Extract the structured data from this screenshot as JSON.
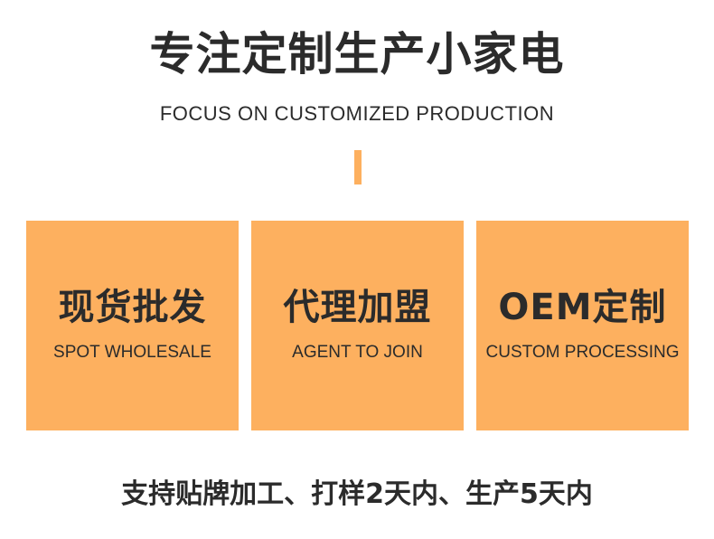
{
  "colors": {
    "accent": "#fdb05f",
    "text": "#2b2b2b",
    "background": "#ffffff"
  },
  "header": {
    "title": "专注定制生产小家电",
    "subtitle": "FOCUS ON CUSTOMIZED PRODUCTION"
  },
  "cards": [
    {
      "title": "现货批发",
      "subtitle": "SPOT WHOLESALE"
    },
    {
      "title": "代理加盟",
      "subtitle": "AGENT TO JOIN"
    },
    {
      "title": "OEM定制",
      "subtitle": "CUSTOM PROCESSING"
    }
  ],
  "footer": {
    "text": "支持贴牌加工、打样2天内、生产5天内"
  }
}
